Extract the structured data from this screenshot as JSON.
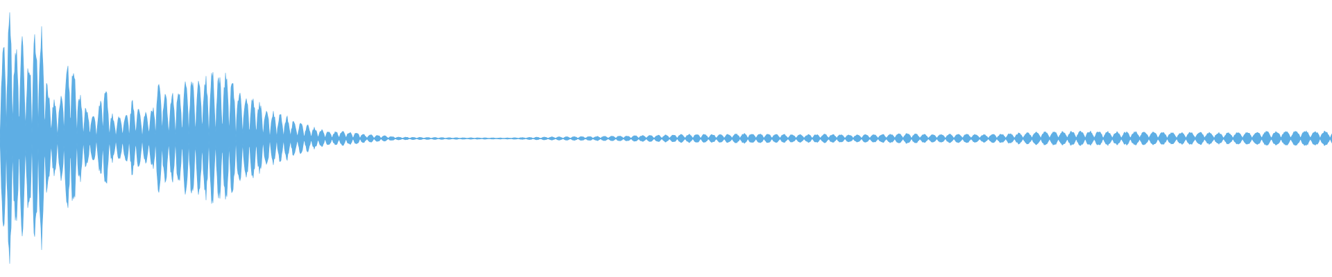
{
  "waveform": {
    "color": "#5eaee4",
    "background": "#ffffff",
    "description_visible_text": "",
    "envelope": [
      [
        0.0,
        0.5
      ],
      [
        0.004,
        0.86
      ],
      [
        0.008,
        0.98
      ],
      [
        0.012,
        0.7
      ],
      [
        0.016,
        0.82
      ],
      [
        0.02,
        0.55
      ],
      [
        0.024,
        0.76
      ],
      [
        0.028,
        0.9
      ],
      [
        0.032,
        0.92
      ],
      [
        0.036,
        0.4
      ],
      [
        0.04,
        0.3
      ],
      [
        0.045,
        0.28
      ],
      [
        0.05,
        0.62
      ],
      [
        0.055,
        0.64
      ],
      [
        0.06,
        0.35
      ],
      [
        0.065,
        0.25
      ],
      [
        0.07,
        0.18
      ],
      [
        0.074,
        0.22
      ],
      [
        0.078,
        0.48
      ],
      [
        0.082,
        0.26
      ],
      [
        0.086,
        0.14
      ],
      [
        0.09,
        0.2
      ],
      [
        0.094,
        0.16
      ],
      [
        0.098,
        0.28
      ],
      [
        0.102,
        0.3
      ],
      [
        0.106,
        0.18
      ],
      [
        0.11,
        0.24
      ],
      [
        0.114,
        0.22
      ],
      [
        0.118,
        0.42
      ],
      [
        0.122,
        0.44
      ],
      [
        0.126,
        0.3
      ],
      [
        0.13,
        0.36
      ],
      [
        0.136,
        0.42
      ],
      [
        0.142,
        0.48
      ],
      [
        0.148,
        0.44
      ],
      [
        0.154,
        0.5
      ],
      [
        0.16,
        0.52
      ],
      [
        0.166,
        0.5
      ],
      [
        0.172,
        0.54
      ],
      [
        0.178,
        0.38
      ],
      [
        0.184,
        0.36
      ],
      [
        0.19,
        0.32
      ],
      [
        0.196,
        0.28
      ],
      [
        0.202,
        0.22
      ],
      [
        0.208,
        0.2
      ],
      [
        0.214,
        0.18
      ],
      [
        0.22,
        0.14
      ],
      [
        0.226,
        0.12
      ],
      [
        0.232,
        0.1
      ],
      [
        0.238,
        0.08
      ],
      [
        0.244,
        0.06
      ],
      [
        0.25,
        0.05
      ],
      [
        0.256,
        0.06
      ],
      [
        0.262,
        0.05
      ],
      [
        0.268,
        0.05
      ],
      [
        0.274,
        0.03
      ],
      [
        0.28,
        0.03
      ],
      [
        0.29,
        0.02
      ],
      [
        0.3,
        0.012
      ],
      [
        0.31,
        0.01
      ],
      [
        0.33,
        0.008
      ],
      [
        0.36,
        0.006
      ],
      [
        0.38,
        0.005
      ],
      [
        0.4,
        0.01
      ],
      [
        0.42,
        0.014
      ],
      [
        0.44,
        0.016
      ],
      [
        0.46,
        0.02
      ],
      [
        0.48,
        0.024
      ],
      [
        0.5,
        0.028
      ],
      [
        0.52,
        0.034
      ],
      [
        0.54,
        0.032
      ],
      [
        0.56,
        0.04
      ],
      [
        0.58,
        0.036
      ],
      [
        0.6,
        0.03
      ],
      [
        0.62,
        0.034
      ],
      [
        0.64,
        0.03
      ],
      [
        0.66,
        0.034
      ],
      [
        0.68,
        0.04
      ],
      [
        0.7,
        0.03
      ],
      [
        0.72,
        0.036
      ],
      [
        0.74,
        0.032
      ],
      [
        0.76,
        0.04
      ],
      [
        0.78,
        0.052
      ],
      [
        0.8,
        0.056
      ],
      [
        0.82,
        0.058
      ],
      [
        0.84,
        0.052
      ],
      [
        0.86,
        0.054
      ],
      [
        0.88,
        0.046
      ],
      [
        0.9,
        0.05
      ],
      [
        0.92,
        0.044
      ],
      [
        0.94,
        0.052
      ],
      [
        0.96,
        0.058
      ],
      [
        0.98,
        0.06
      ],
      [
        1.0,
        0.056
      ]
    ],
    "pulse_count": 210,
    "noise_seed": 7
  }
}
